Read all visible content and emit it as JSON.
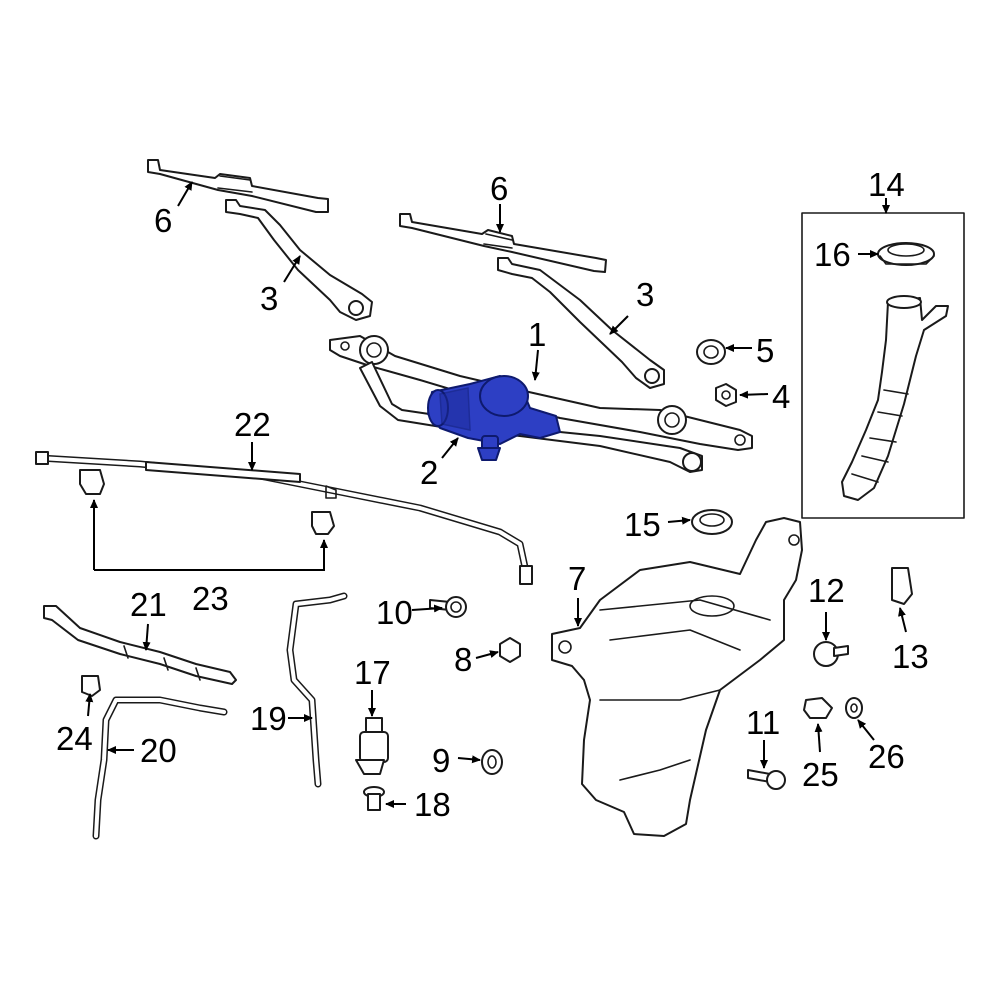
{
  "diagram": {
    "highlight_color": "#2d3fc4",
    "highlighted_part": "2",
    "callouts": [
      {
        "id": "c1",
        "number": "1"
      },
      {
        "id": "c2",
        "number": "2"
      },
      {
        "id": "c3a",
        "number": "3"
      },
      {
        "id": "c3b",
        "number": "3"
      },
      {
        "id": "c4",
        "number": "4"
      },
      {
        "id": "c5",
        "number": "5"
      },
      {
        "id": "c6a",
        "number": "6"
      },
      {
        "id": "c6b",
        "number": "6"
      },
      {
        "id": "c7",
        "number": "7"
      },
      {
        "id": "c8",
        "number": "8"
      },
      {
        "id": "c9",
        "number": "9"
      },
      {
        "id": "c10",
        "number": "10"
      },
      {
        "id": "c11",
        "number": "11"
      },
      {
        "id": "c12",
        "number": "12"
      },
      {
        "id": "c13",
        "number": "13"
      },
      {
        "id": "c14",
        "number": "14"
      },
      {
        "id": "c15",
        "number": "15"
      },
      {
        "id": "c16",
        "number": "16"
      },
      {
        "id": "c17",
        "number": "17"
      },
      {
        "id": "c18",
        "number": "18"
      },
      {
        "id": "c19",
        "number": "19"
      },
      {
        "id": "c20",
        "number": "20"
      },
      {
        "id": "c21",
        "number": "21"
      },
      {
        "id": "c22",
        "number": "22"
      },
      {
        "id": "c23",
        "number": "23"
      },
      {
        "id": "c24",
        "number": "24"
      },
      {
        "id": "c25",
        "number": "25"
      },
      {
        "id": "c26",
        "number": "26"
      }
    ]
  }
}
